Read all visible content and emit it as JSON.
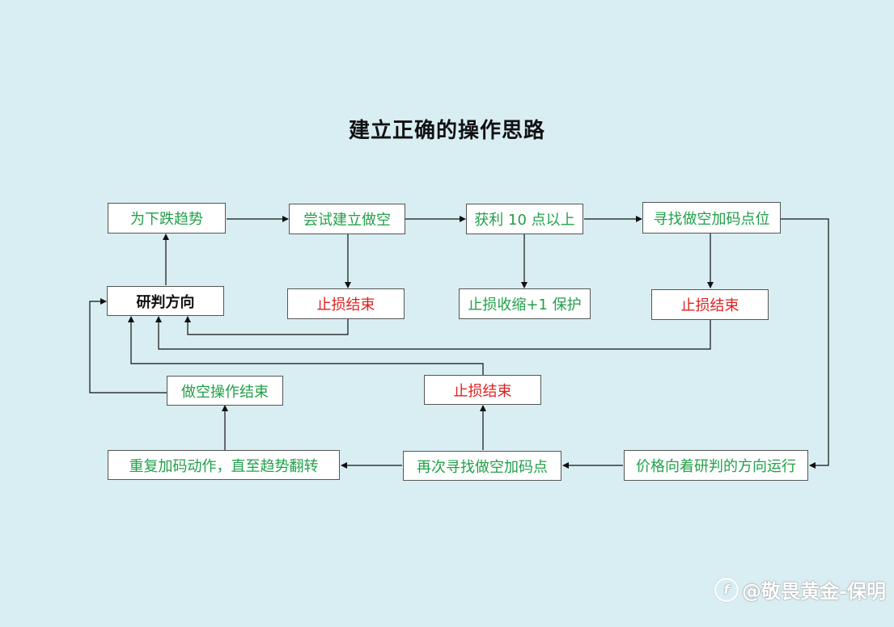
{
  "title": "建立正确的操作思路",
  "nodes": {
    "n_downtrend": "为下跌趋势",
    "n_try_short": "尝试建立做空",
    "n_profit10": "获利 10 点以上",
    "n_find_add": "寻找做空加码点位",
    "n_judge": "研判方向",
    "n_stop1": "止损结束",
    "n_tighten": "止损收缩+1 保护",
    "n_stop2": "止损结束",
    "n_short_end": "做空操作结束",
    "n_stop3": "止损结束",
    "n_repeat": "重复加码动作，直至趋势翻转",
    "n_find_again": "再次寻找做空加码点",
    "n_price_moves": "价格向着研判的方向运行"
  },
  "watermark": {
    "text": "@敬畏黄金-保明",
    "icon": "zhihu-icon"
  },
  "colors": {
    "background": "#d9eef3",
    "green_text": "#22a04a",
    "red_text": "#e02020"
  }
}
